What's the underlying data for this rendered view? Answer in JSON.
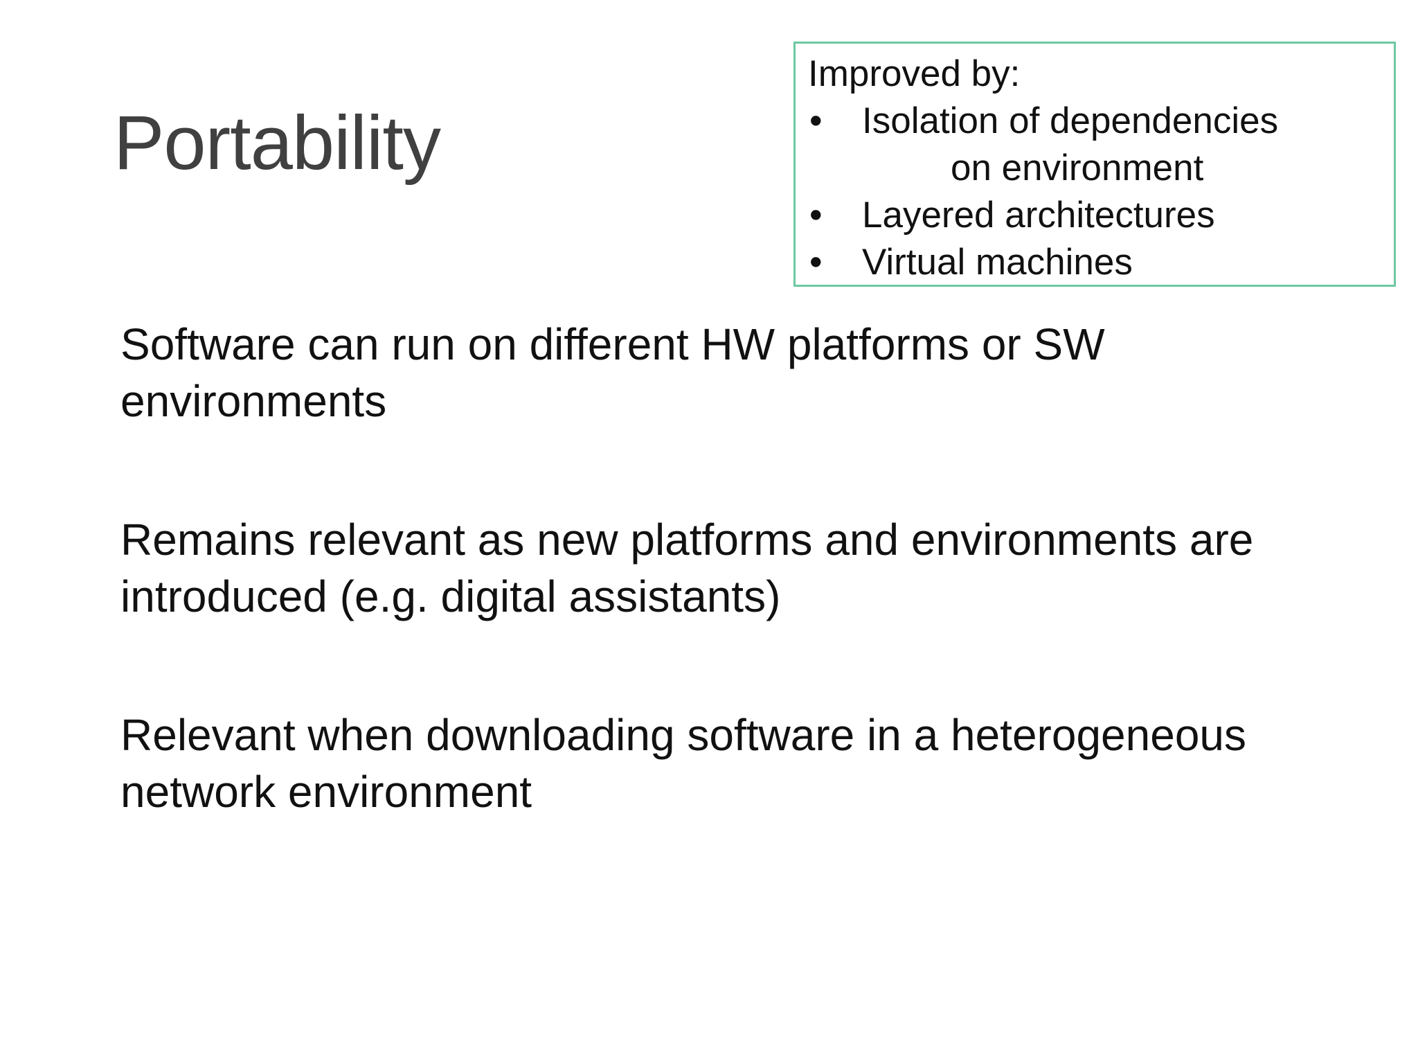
{
  "slide": {
    "title": "Portability",
    "callout": {
      "heading": "Improved by:",
      "bullet_glyph": "•",
      "items": [
        {
          "line1": "Isolation of dependencies",
          "line2": "on environment"
        },
        {
          "line1": "Layered architectures"
        },
        {
          "line1": "Virtual machines"
        }
      ],
      "border_color": "#6cc9a0"
    },
    "paragraphs": [
      "Software can run on different HW platforms or SW environments",
      "Remains relevant as new platforms and environments are introduced (e.g. digital assistants)",
      "Relevant when downloading software in a heterogeneous network environment"
    ]
  }
}
